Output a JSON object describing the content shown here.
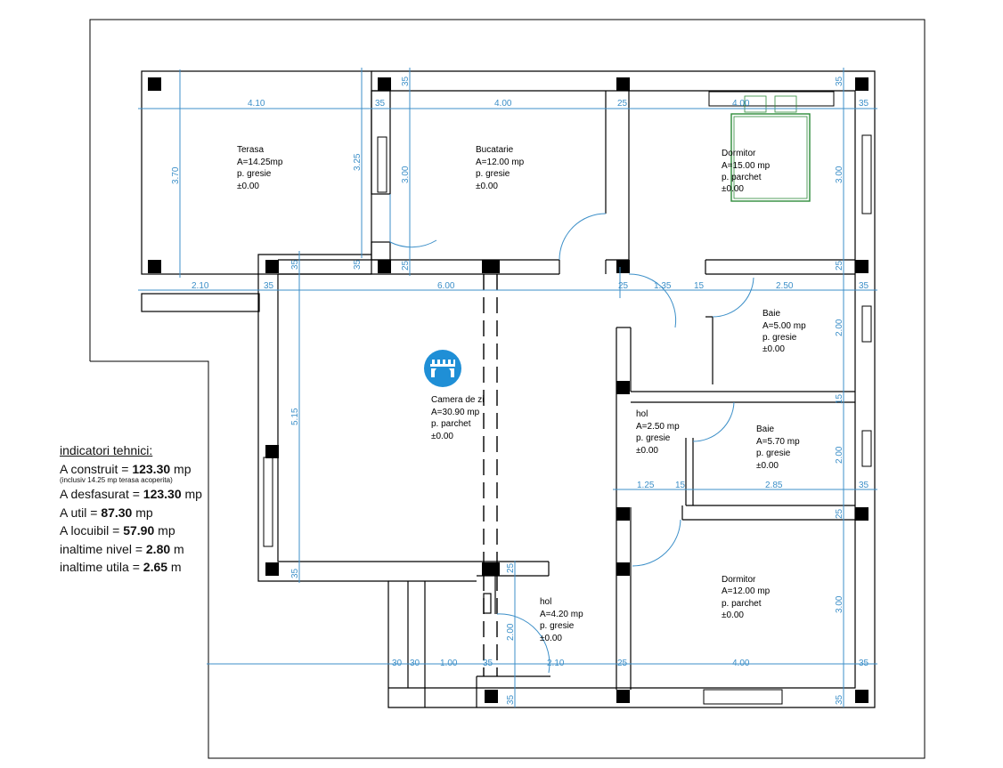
{
  "rooms": {
    "terasa": {
      "name": "Terasa",
      "area": "A=14.25mp",
      "floor": "p. gresie",
      "level": "±0.00"
    },
    "bucatarie": {
      "name": "Bucatarie",
      "area": "A=12.00 mp",
      "floor": "p. gresie",
      "level": "±0.00"
    },
    "dormitor1": {
      "name": "Dormitor",
      "area": "A=15.00 mp",
      "floor": "p. parchet",
      "level": "±0.00"
    },
    "baie1": {
      "name": "Baie",
      "area": "A=5.00 mp",
      "floor": "p. gresie",
      "level": "±0.00"
    },
    "camera": {
      "name": "Camera de zi",
      "area": "A=30.90 mp",
      "floor": "p. parchet",
      "level": "±0.00"
    },
    "hol1": {
      "name": "hol",
      "area": "A=2.50 mp",
      "floor": "p. gresie",
      "level": "±0.00"
    },
    "baie2": {
      "name": "Baie",
      "area": "A=5.70 mp",
      "floor": "p. gresie",
      "level": "±0.00"
    },
    "dormitor2": {
      "name": "Dormitor",
      "area": "A=12.00 mp",
      "floor": "p. parchet",
      "level": "±0.00"
    },
    "hol2": {
      "name": "hol",
      "area": "A=4.20 mp",
      "floor": "p. gresie",
      "level": "±0.00"
    }
  },
  "dimensions": {
    "top": [
      "4.10",
      "35",
      "4.00",
      "25",
      "4.00",
      "35"
    ],
    "mid": [
      "2.10",
      "35",
      "6.00",
      "25",
      "1.35",
      "15",
      "2.50",
      "35"
    ],
    "low": [
      "1.25",
      "15",
      "2.85",
      "35"
    ],
    "bottom": [
      "30",
      "30",
      "1.00",
      "35",
      "2.10",
      "25",
      "4.00",
      "35"
    ],
    "vert": [
      "3.70",
      "3.25",
      "3.00",
      "3.00",
      "35",
      "25",
      "35",
      "35",
      "25",
      "5.15",
      "35",
      "2.00",
      "15",
      "2.00",
      "25",
      "3.00",
      "35",
      "25",
      "2.00",
      "35",
      "35",
      "35",
      "25"
    ]
  },
  "indicators": {
    "title": "indicatori tehnici:",
    "construit_label": "A construit = ",
    "construit_value": "123.30",
    "construit_unit": " mp",
    "note": "(inclusiv 14.25 mp  terasa acoperita)",
    "desfasurat_label": "A desfasurat = ",
    "desfasurat_value": "123.30",
    "desfasurat_unit": " mp",
    "util_label": "A util = ",
    "util_value": "87.30",
    "util_unit": " mp",
    "locuibil_label": "A locuibil = ",
    "locuibil_value": "57.90",
    "locuibil_unit": " mp",
    "nivel_label": "inaltime nivel = ",
    "nivel_value": "2.80",
    "nivel_unit": " m",
    "utila_label": "inaltime utila = ",
    "utila_value": "2.65",
    "utila_unit": "  m"
  },
  "colors": {
    "dimension": "#3c8fc8",
    "wall": "#000000",
    "bed": "#2e8b3a",
    "symbol": "#1f8fd6"
  },
  "icons": {
    "fireplace": "fireplace-icon"
  }
}
